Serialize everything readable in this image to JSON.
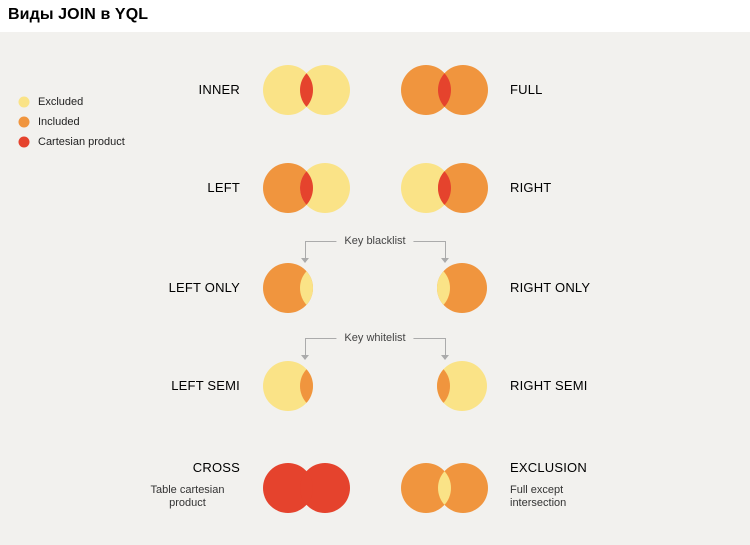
{
  "header": {
    "title": "Виды JOIN в YQL"
  },
  "legend": {
    "items": [
      {
        "label": "Excluded",
        "color": "#FAE387"
      },
      {
        "label": "Included",
        "color": "#F0953E"
      },
      {
        "label": "Cartesian product",
        "color": "#E5432D"
      }
    ]
  },
  "joins": {
    "inner": {
      "label": "INNER",
      "left_color": "#FAE387",
      "right_color": "#FAE387",
      "intersection_color": "#E5432D"
    },
    "full": {
      "label": "FULL",
      "left_color": "#F0953E",
      "right_color": "#F0953E",
      "intersection_color": "#E5432D"
    },
    "left": {
      "label": "LEFT",
      "left_color": "#F0953E",
      "right_color": "#FAE387",
      "intersection_color": "#E5432D"
    },
    "right": {
      "label": "RIGHT",
      "left_color": "#FAE387",
      "right_color": "#F0953E",
      "intersection_color": "#E5432D"
    },
    "left_only": {
      "label": "LEFT ONLY",
      "main_color": "#F0953E",
      "lens_color": "#FAE387"
    },
    "right_only": {
      "label": "RIGHT ONLY",
      "main_color": "#F0953E",
      "lens_color": "#FAE387"
    },
    "left_semi": {
      "label": "LEFT SEMI",
      "main_color": "#FAE387",
      "lens_color": "#F0953E"
    },
    "right_semi": {
      "label": "RIGHT SEMI",
      "main_color": "#FAE387",
      "lens_color": "#F0953E"
    },
    "cross": {
      "label": "CROSS",
      "sublabel": "Table cartesian product",
      "left_color": "#E5432D",
      "right_color": "#E5432D",
      "intersection_color": "#E5432D"
    },
    "exclusion": {
      "label": "EXCLUSION",
      "sublabel": "Full except intersection",
      "left_color": "#F0953E",
      "right_color": "#F0953E",
      "intersection_color": "#FAE387"
    }
  },
  "connectors": {
    "blacklist": {
      "label": "Key blacklist"
    },
    "whitelist": {
      "label": "Key whitelist"
    }
  }
}
